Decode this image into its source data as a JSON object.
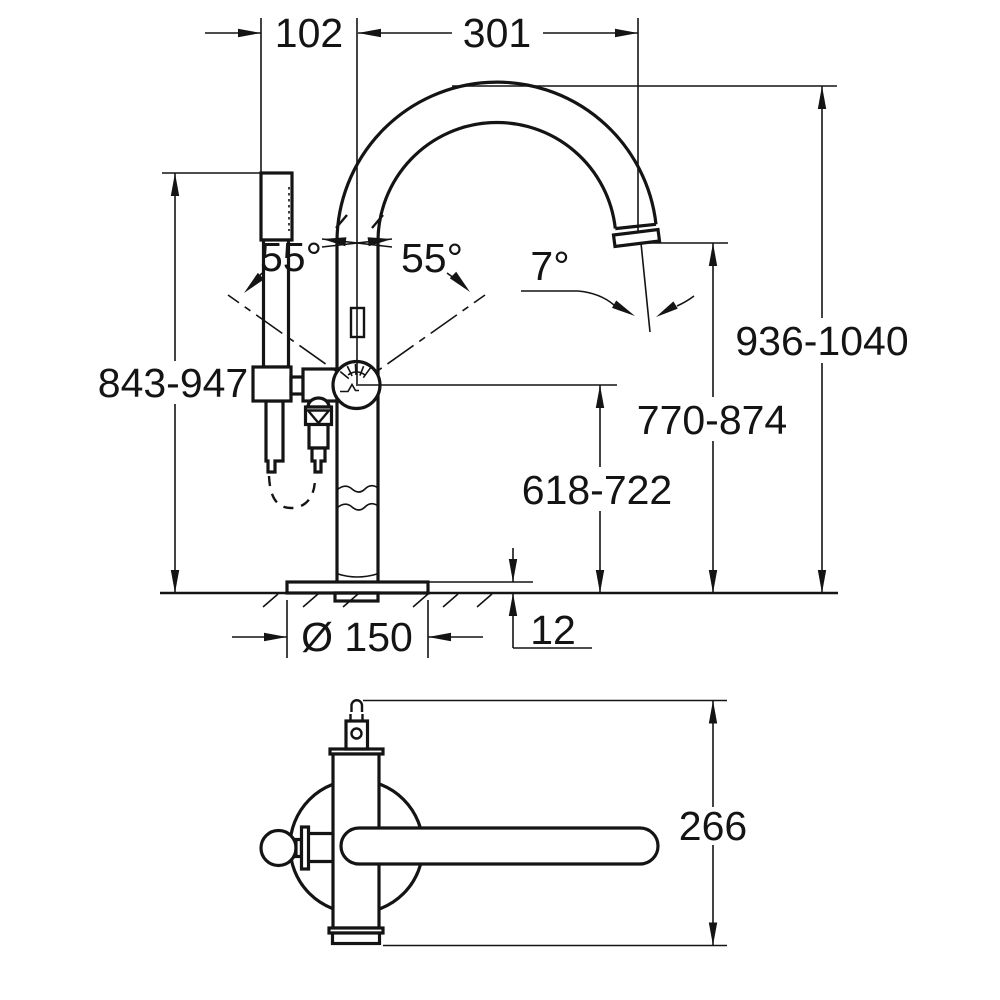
{
  "drawing": {
    "title": "faucet-technical-dimension-drawing",
    "colors": {
      "line": "#141414",
      "background": "#ffffff"
    },
    "front_view": {
      "dim_spacing": "102",
      "dim_reach": "301",
      "angle_swivel_left": "55°",
      "angle_swivel_right": "55°",
      "angle_spray": "7°",
      "height_handshower": "843-947",
      "height_total": "936-1040",
      "height_spout_outlet": "770-874",
      "height_lever": "618-722",
      "base_diameter": "Ø 150",
      "base_plate_height": "12"
    },
    "top_view": {
      "depth": "266"
    }
  }
}
